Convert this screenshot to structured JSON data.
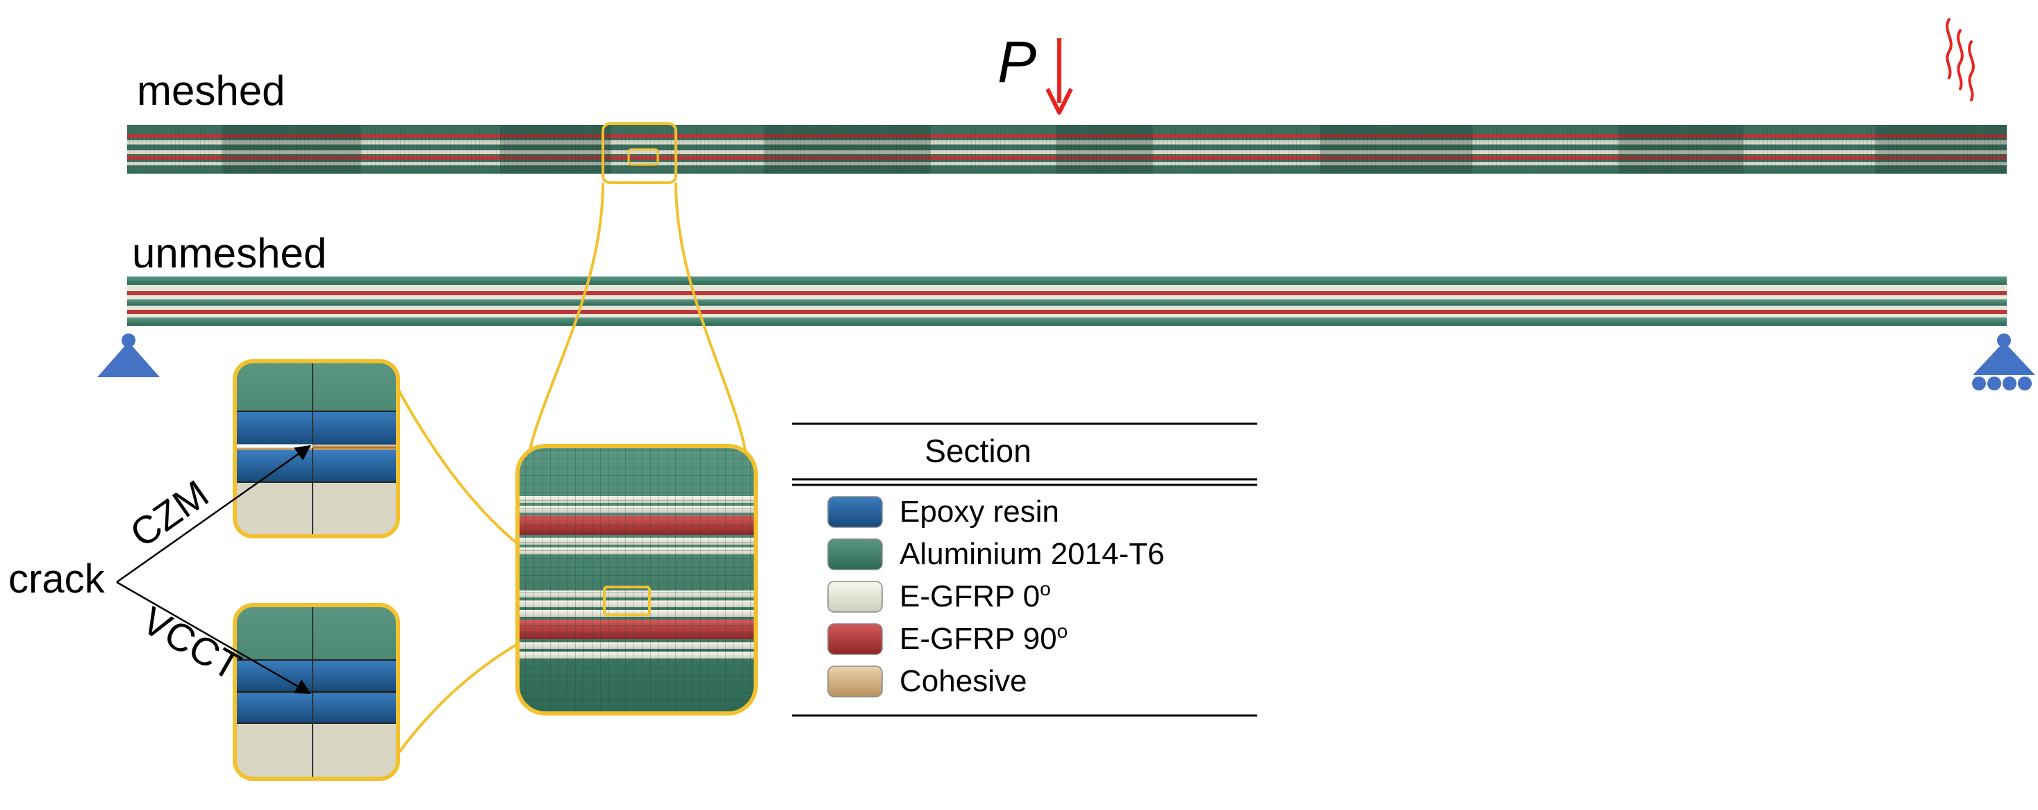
{
  "labels": {
    "meshed": "meshed",
    "unmeshed": "unmeshed",
    "load": "P",
    "crack": "crack",
    "czm": "CZM",
    "vcct": "VCCT"
  },
  "legend": {
    "header": "Section",
    "items": [
      {
        "label": "Epoxy resin",
        "color": "#1f5f9a"
      },
      {
        "label": "Aluminium 2014-T6",
        "color": "#3f7f6a"
      },
      {
        "label": "E-GFRP 0",
        "sup": "o",
        "color": "#e6e6d8"
      },
      {
        "label": "E-GFRP 90",
        "sup": "o",
        "color": "#b83a3a"
      },
      {
        "label": "Cohesive",
        "color": "#d2b48c"
      }
    ]
  },
  "colors": {
    "aluminium": "#3f7f6a",
    "epoxy": "#1f5f9a",
    "gfrp0": "#e6e6d8",
    "gfrp90": "#b83a3a",
    "cohesive": "#d2b48c",
    "highlight": "#f2c12e",
    "load_arrow": "#e8231e",
    "support": "#4472c4"
  },
  "icons": {
    "load": "down-arrow-icon",
    "heat": "heat-wave-icon",
    "pin_support": "pin-support-icon",
    "roller_support": "roller-support-icon"
  }
}
